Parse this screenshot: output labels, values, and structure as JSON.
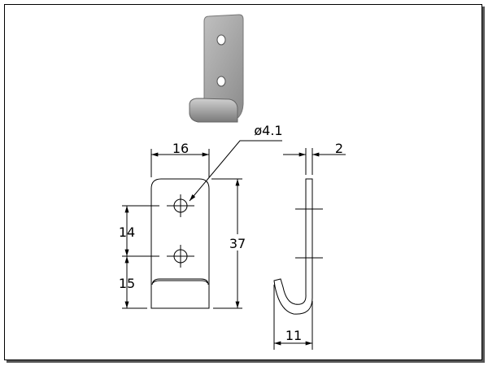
{
  "drawing": {
    "width_label": "16",
    "height_label": "37",
    "hole_spacing_label": "14",
    "bottom_hole_offset_label": "15",
    "hole_diameter_label": "ø4.1",
    "thickness_label": "2",
    "hook_depth_label": "11"
  }
}
